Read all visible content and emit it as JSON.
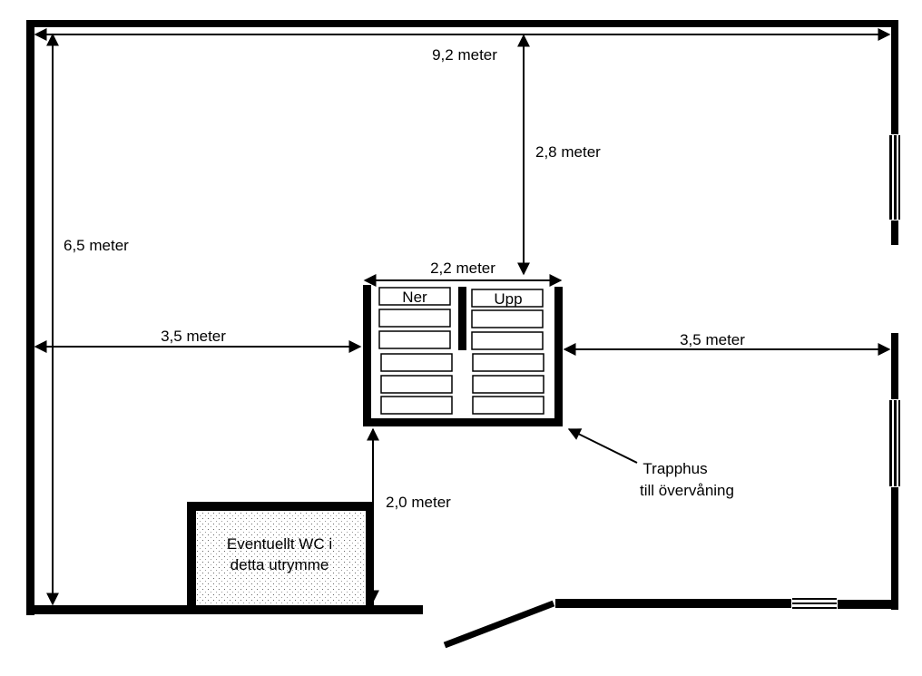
{
  "dimensions": {
    "total_width": "9,2 meter",
    "total_depth": "6,5 meter",
    "top_to_stair": "2,8 meter",
    "stair_width": "2,2 meter",
    "left_to_stair": "3,5 meter",
    "stair_to_right": "3,5 meter",
    "stair_to_bottom": "2,0 meter"
  },
  "stair": {
    "down_label": "Ner",
    "up_label": "Upp",
    "caption_line1": "Trapphus",
    "caption_line2": "till övervåning"
  },
  "wc": {
    "line1": "Eventuellt WC i",
    "line2": "detta utrymme"
  }
}
